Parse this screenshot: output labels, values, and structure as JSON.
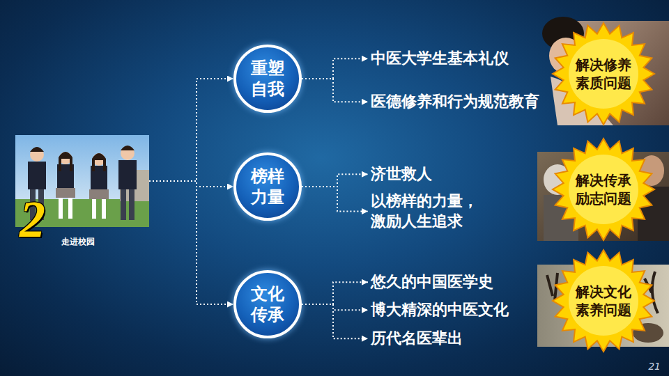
{
  "diagram": {
    "nodes": [
      {
        "text": [
          "2",
          "走进校园"
        ]
      },
      {
        "text": [
          "重塑 自我"
        ]
      },
      {
        "text": [
          "中医大学生基本礼仪"
        ]
      },
      {
        "text": [
          "医德修养和行为规范教育"
        ]
      },
      {
        "text": [
          "解决修养 素质问题"
        ]
      },
      {
        "text": [
          "榜样 力量"
        ]
      },
      {
        "text": [
          "济世救人"
        ]
      },
      {
        "text": [
          "以榜样的力量， 激励人生追求"
        ]
      },
      {
        "text": [
          "解决传承 励志问题"
        ]
      },
      {
        "text": [
          "文化 传承"
        ]
      },
      {
        "text": [
          "悠久的中国医学史"
        ]
      },
      {
        "text": [
          "博大精深的中医文化"
        ]
      },
      {
        "text": [
          "历代名医辈出"
        ]
      },
      {
        "text": [
          "解决文化 素养问题"
        ]
      }
    ],
    "edges": [
      {
        "from": 0,
        "to": 1,
        "arrow": "to"
      },
      {
        "from": 0,
        "to": 5,
        "arrow": "to"
      },
      {
        "from": 0,
        "to": 9,
        "arrow": "to"
      },
      {
        "from": 1,
        "to": 2,
        "arrow": "to"
      },
      {
        "from": 1,
        "to": 3,
        "arrow": "to"
      },
      {
        "from": 5,
        "to": 6,
        "arrow": "to"
      },
      {
        "from": 5,
        "to": 7,
        "arrow": "to"
      },
      {
        "from": 9,
        "to": 10,
        "arrow": "to"
      },
      {
        "from": 9,
        "to": 11,
        "arrow": "to"
      },
      {
        "from": 9,
        "to": 12,
        "arrow": "to"
      }
    ],
    "labels": [
      "21"
    ]
  }
}
